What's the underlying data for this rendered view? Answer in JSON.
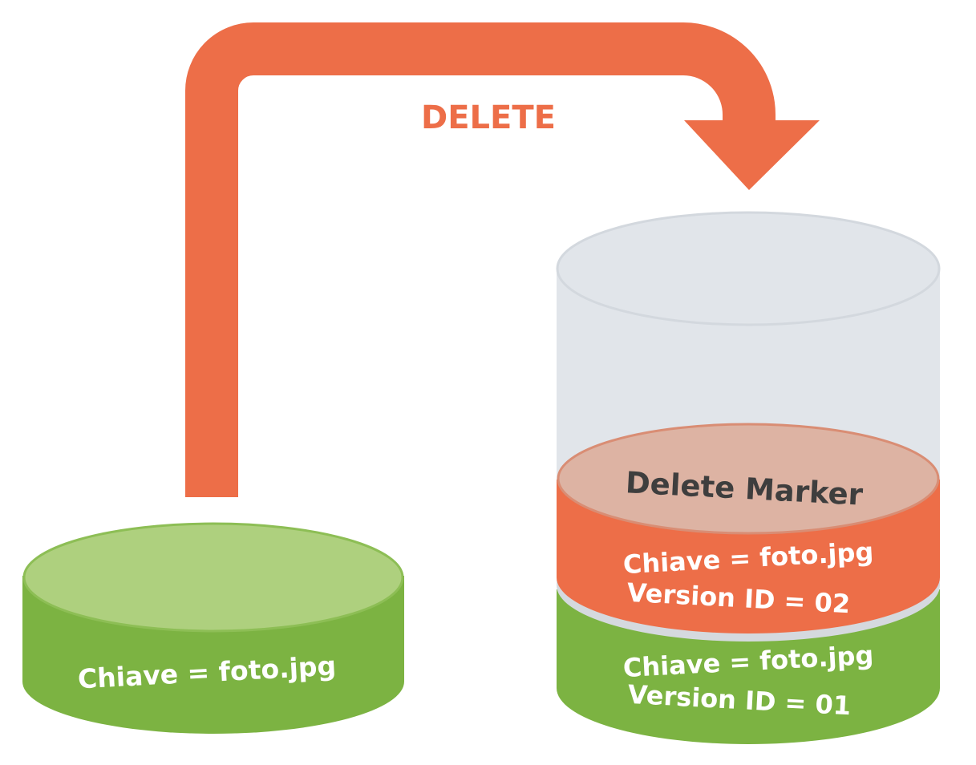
{
  "arrow": {
    "label": "DELETE",
    "color": "#ED6E48"
  },
  "source_disk": {
    "text": "Chiave = foto.jpg",
    "side_color": "#7CB342",
    "top_color": "#AED07E"
  },
  "bucket": {
    "shell_color": "#E1E5EA",
    "marker_top_color": "#DDB3A3",
    "marker_side_color": "#ED6E48",
    "version_side_color": "#7CB342",
    "marker_label": "Delete Marker",
    "version2": {
      "line1": "Chiave = foto.jpg",
      "line2": "Version ID = 02"
    },
    "version1": {
      "line1": "Chiave = foto.jpg",
      "line2": "Version ID = 01"
    }
  }
}
